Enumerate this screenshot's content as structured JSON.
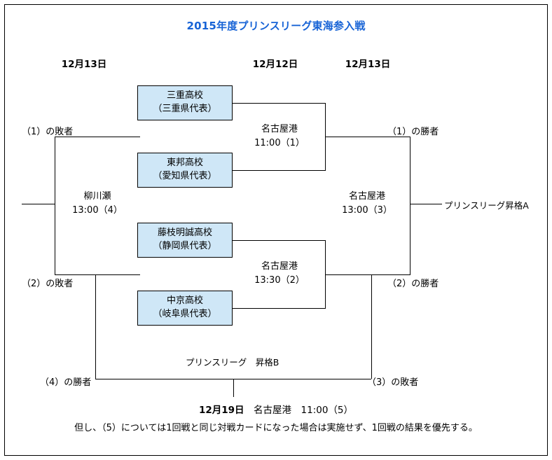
{
  "title": "2015年度プリンスリーグ東海参入戦",
  "date_headers": [
    {
      "label": "12月13日"
    },
    {
      "label": "12月12日"
    },
    {
      "label": "12月13日"
    }
  ],
  "teams": [
    {
      "name": "三重高校",
      "region": "（三重県代表）"
    },
    {
      "name": "東邦高校",
      "region": "（愛知県代表）"
    },
    {
      "name": "藤枝明誠高校",
      "region": "（静岡県代表）"
    },
    {
      "name": "中京高校",
      "region": "（岐阜県代表）"
    }
  ],
  "matches": [
    {
      "venue": "名古屋港",
      "time": "11:00",
      "number": "（1）"
    },
    {
      "venue": "名古屋港",
      "time": "13:30",
      "number": "（2）"
    },
    {
      "venue": "名古屋港",
      "time": "13:00",
      "number": "（3）"
    },
    {
      "venue": "柳川瀬",
      "time": "13:00",
      "number": "（4）"
    }
  ],
  "qualifiers": {
    "loser_1": "（1）の敗者",
    "loser_2": "（2）の敗者",
    "winner_1": "（1）の勝者",
    "winner_2": "（2）の勝者",
    "winner_4": "（4）の勝者",
    "loser_3": "（3）の敗者"
  },
  "promotions": {
    "a": "プリンスリーグ昇格A",
    "b": "プリンスリーグ　昇格B"
  },
  "footer": {
    "date": "12月19日",
    "rest": "　名古屋港　11:00（5）",
    "note": "但し、（5）については1回戦と同じ対戦カードになった場合は実施せず、1回戦の結果を優先する。"
  },
  "colors": {
    "title": "#1763d6",
    "team_box_fill": "#cfe7f7",
    "line": "#000000"
  }
}
